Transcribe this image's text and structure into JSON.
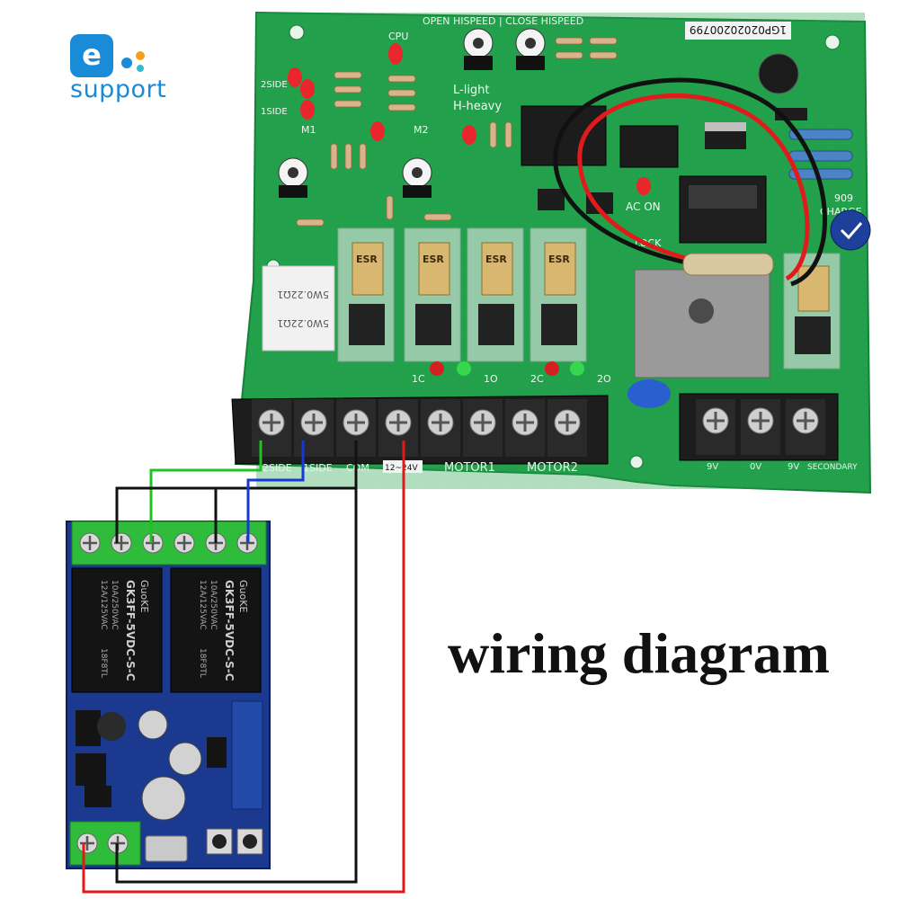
{
  "logo": {
    "letter": "e",
    "text": "support",
    "colors": {
      "blue": "#1a8bd6",
      "orange": "#f4a21b",
      "teal": "#35b9c8"
    }
  },
  "caption": "wiring diagram",
  "controller_board": {
    "top_labels": {
      "speed": "OPEN HISPEED | CLOSE HISPEED",
      "serial": "1GP02020200799"
    },
    "cpu_label": "CPU",
    "side_labels": [
      "2SIDE",
      "1SIDE"
    ],
    "pot_labels": [
      "M1",
      "M2"
    ],
    "mode_labels": [
      "L-light",
      "H-heavy"
    ],
    "status_labels": [
      "AC ON",
      "LOCK",
      "CHARGE",
      "909"
    ],
    "resistor_labels": [
      "5W0.22Ω1",
      "5W0.22Ω1"
    ],
    "relay_brand": "ESR",
    "led_labels": [
      "1C",
      "1O",
      "2C",
      "2O"
    ],
    "terminal_labels": [
      "2SIDE",
      "1SIDE",
      "COM",
      "12~24V",
      "MOTOR1",
      "MOTOR2"
    ],
    "secondary_labels": [
      "9V",
      "0V",
      "9V",
      "SECONDARY"
    ]
  },
  "relay_module": {
    "relay_brand": "GuoKE",
    "relay_model": "GK3FF-5VDC-S-C",
    "relay_ratings": [
      "10A/250VAC",
      "12A/125VAC",
      "18F8TL"
    ]
  },
  "wire_colors": {
    "green": "#1fc31f",
    "black": "#111111",
    "blue": "#1638d6",
    "red": "#e01a1a"
  }
}
